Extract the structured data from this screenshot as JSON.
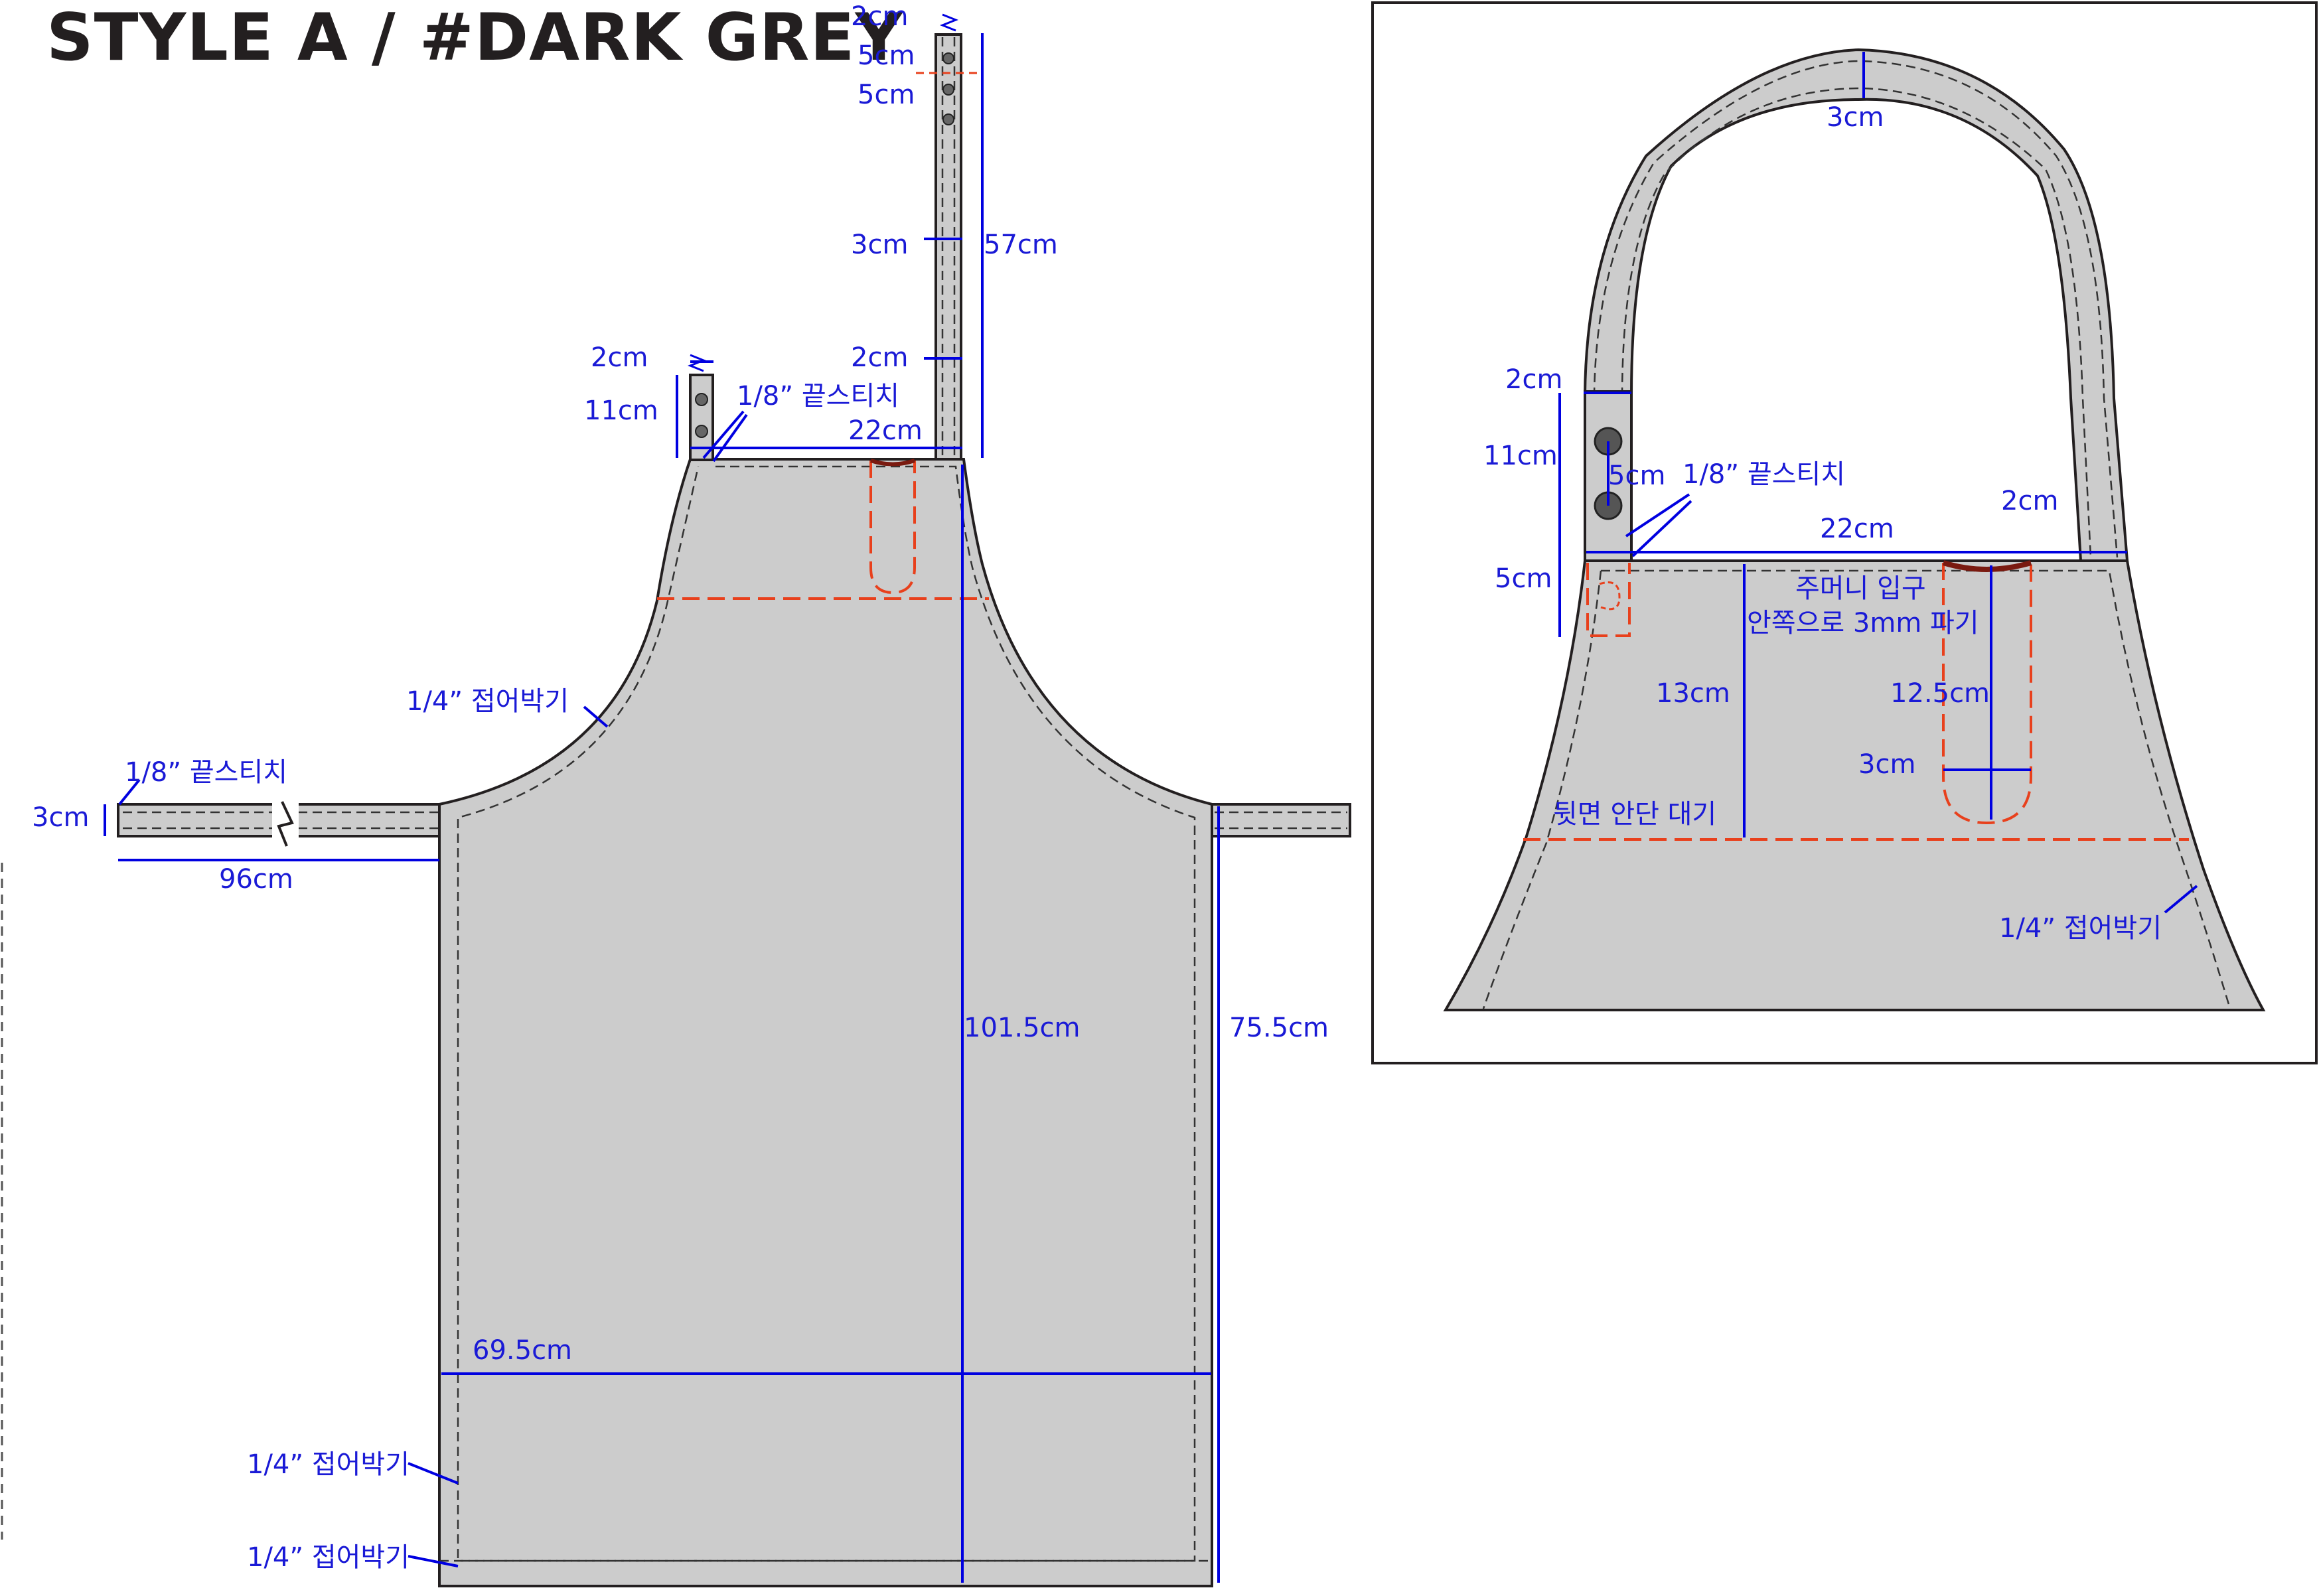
{
  "title": "STYLE A / #DARK GREY",
  "main": {
    "strap_top_width": "2cm",
    "snap_gap_1": "5cm",
    "snap_gap_2": "5cm",
    "strap_mid_width": "3cm",
    "strap_length": "57cm",
    "strap_bottom_width": "2cm",
    "left_tab_width": "2cm",
    "left_tab_length": "11cm",
    "edge_stitch_top": "1/8” 끝스티치",
    "bib_width": "22cm",
    "fold_stitch_arm": "1/4” 접어박기",
    "tie_edge_stitch": "1/8” 끝스티치",
    "tie_width": "3cm",
    "tie_length": "96cm",
    "total_length": "101.5cm",
    "side_length": "75.5cm",
    "body_width": "69.5cm",
    "fold_stitch_side": "1/4” 접어박기",
    "fold_stitch_hem": "1/4” 접어박기"
  },
  "detail": {
    "neck_width": "3cm",
    "tab_width": "2cm",
    "tab_length": "11cm",
    "snap_gap": "5cm",
    "edge_stitch": "1/8” 끝스티치",
    "strap_width_right": "2cm",
    "bib_width": "22cm",
    "tab_extension": "5cm",
    "pocket_note_1": "주머니 입구",
    "pocket_note_2": "안쪽으로 3mm 파기",
    "facing_depth": "13cm",
    "pocket_depth": "12.5cm",
    "pocket_width": "3cm",
    "facing_note": "뒷면 안단 대기",
    "fold_stitch": "1/4” 접어박기"
  },
  "colors": {
    "fabric": "#cccccc",
    "outline": "#231f20",
    "dimension": "#0000e0",
    "pocket_line": "#e8401c"
  }
}
